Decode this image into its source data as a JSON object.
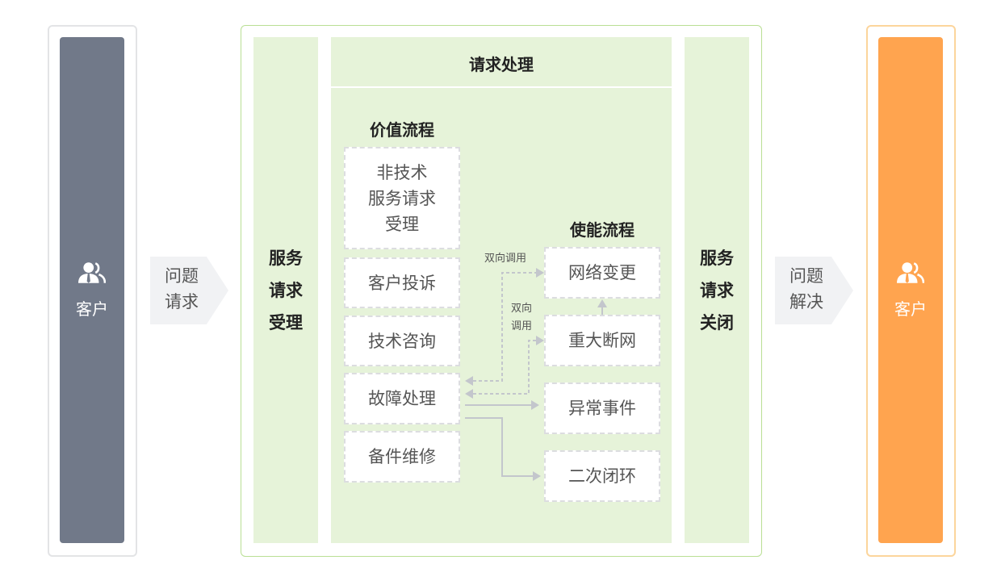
{
  "left_customer": {
    "label": "客户",
    "icon": "user-group-icon",
    "color": "#717989"
  },
  "arrow_request": {
    "line1": "问题",
    "line2": "请求"
  },
  "accept_column": {
    "lines": [
      "服务",
      "请求",
      "受理"
    ]
  },
  "main": {
    "title": "请求处理",
    "value_flow": {
      "title": "价值流程",
      "items": [
        {
          "lines": [
            "非技术",
            "服务请求",
            "受理"
          ]
        },
        {
          "lines": [
            "客户投诉"
          ]
        },
        {
          "lines": [
            "技术咨询"
          ]
        },
        {
          "lines": [
            "故障处理"
          ]
        },
        {
          "lines": [
            "备件维修"
          ]
        }
      ]
    },
    "enable_flow": {
      "title": "使能流程",
      "items": [
        "网络变更",
        "重大断网",
        "异常事件",
        "二次闭环"
      ]
    },
    "call_label_1": "双向调用",
    "call_label_2": {
      "line1": "双向",
      "line2": "调用"
    }
  },
  "close_column": {
    "lines": [
      "服务",
      "请求",
      "关闭"
    ]
  },
  "arrow_resolve": {
    "line1": "问题",
    "line2": "解决"
  },
  "right_customer": {
    "label": "客户",
    "icon": "user-group-icon",
    "color": "#ffa44f"
  }
}
